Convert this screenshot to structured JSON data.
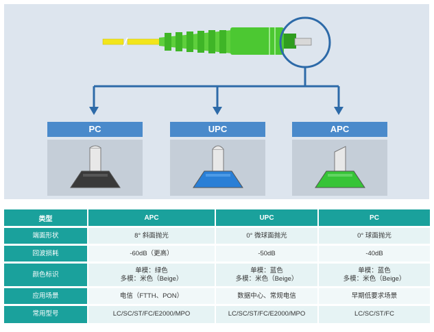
{
  "connector_types": [
    {
      "label": "PC",
      "ferrule_color": "#3a3a3a",
      "ferrule_highlight": "#6a6a6a"
    },
    {
      "label": "UPC",
      "ferrule_color": "#2a7fd6",
      "ferrule_highlight": "#66aef0"
    },
    {
      "label": "APC",
      "ferrule_color": "#37c437",
      "ferrule_highlight": "#7ee07e"
    }
  ],
  "colors": {
    "background": "#dde5ee",
    "label_blue": "#4a8acb",
    "arrow_blue": "#2d6aa8",
    "cable_yellow": "#f2e51b",
    "boot_green": "#5ecf3c",
    "table_teal": "#1aa19c"
  },
  "table": {
    "headers": [
      "类型",
      "APC",
      "UPC",
      "PC"
    ],
    "rows": [
      {
        "label": "端面形状",
        "cells": [
          "8° 斜面抛光",
          "0° 微球面抛光",
          "0° 球面抛光"
        ]
      },
      {
        "label": "回波损耗",
        "cells": [
          "-60dB（更高）",
          "-50dB",
          "-40dB"
        ]
      },
      {
        "label": "颜色标识",
        "cells": [
          [
            "单模：绿色",
            "多模：米色（Beige）"
          ],
          [
            "单模：蓝色",
            "多模：米色（Beige）"
          ],
          [
            "单模：蓝色",
            "多模：米色（Beige）"
          ]
        ]
      },
      {
        "label": "应用场景",
        "cells": [
          "电信（FTTH、PON）",
          "数据中心、常规电信",
          "早期低要求场景"
        ]
      },
      {
        "label": "常用型号",
        "cells": [
          "LC/SC/ST/FC/E2000/MPO",
          "LC/SC/ST/FC/E2000/MPO",
          "LC/SC/ST/FC"
        ]
      }
    ]
  }
}
